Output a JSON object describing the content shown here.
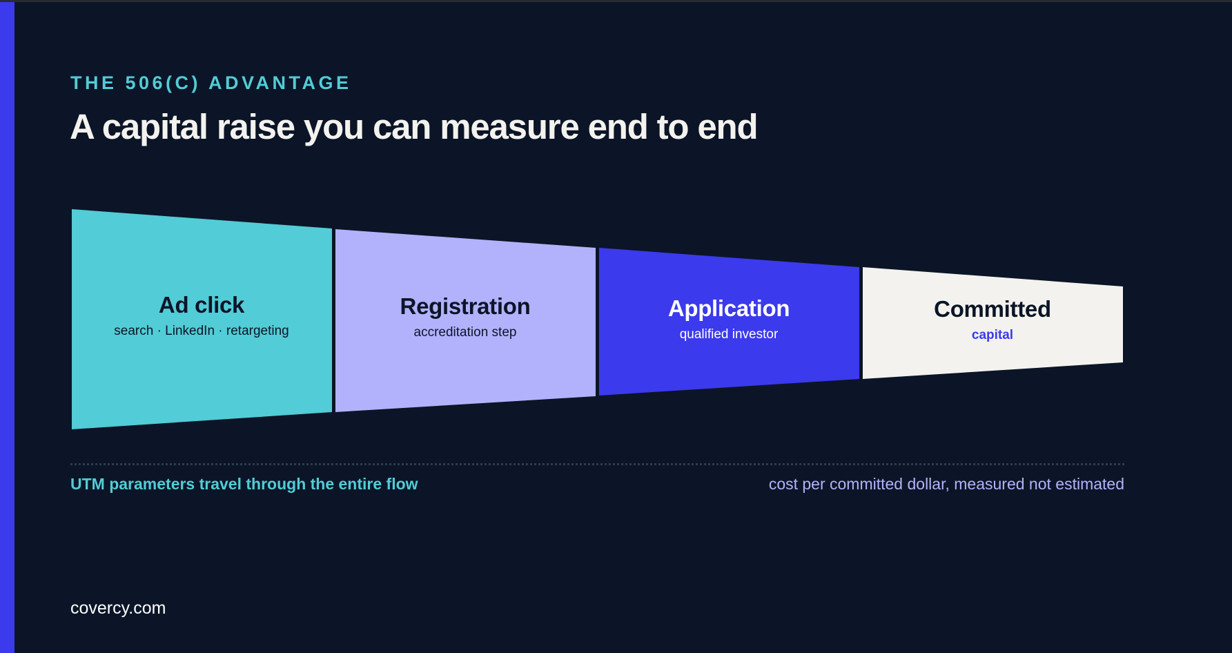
{
  "colors": {
    "background": "#0b1527",
    "accent_bar": "#3b3aec",
    "eyebrow": "#52ccd6",
    "title": "#f3f2ee",
    "footer": "#ffffff"
  },
  "header": {
    "eyebrow": "THE 506(C) ADVANTAGE",
    "title": "A capital raise you can measure end to end"
  },
  "funnel": {
    "stages": [
      {
        "name": "Ad click",
        "sub": "search · LinkedIn · retargeting",
        "fill": "#52ccd6",
        "name_color": "#0b1527",
        "sub_color": "#0b1527"
      },
      {
        "name": "Registration",
        "sub": "accreditation step",
        "fill": "#b2b2fc",
        "name_color": "#0b1527",
        "sub_color": "#0b1527"
      },
      {
        "name": "Application",
        "sub": "qualified investor",
        "fill": "#3b3aec",
        "name_color": "#ffffff",
        "sub_color": "#ffffff"
      },
      {
        "name": "Committed",
        "sub": "capital",
        "fill": "#f3f2ee",
        "name_color": "#0b1527",
        "sub_color": "#3b3aec"
      }
    ]
  },
  "notes": {
    "left": "UTM parameters travel through the entire flow",
    "left_color": "#52ccd6",
    "right": "cost per committed dollar, measured not estimated",
    "right_color": "#b2b2fc"
  },
  "footer": {
    "url": "covercy.com"
  }
}
